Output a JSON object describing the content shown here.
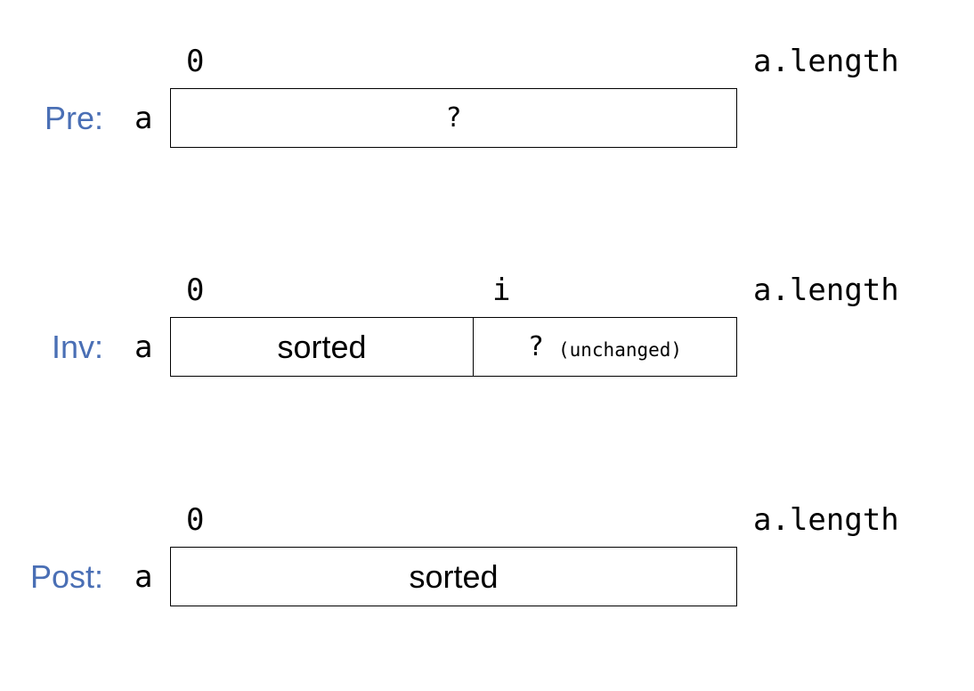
{
  "rows": {
    "pre": {
      "label": "Pre:",
      "array_name": "a",
      "start_index": "0",
      "end_index": "a.length",
      "segment": "?"
    },
    "inv": {
      "label": "Inv:",
      "array_name": "a",
      "start_index": "0",
      "split_index": "i",
      "end_index": "a.length",
      "left_segment": "sorted",
      "right_segment": "?",
      "right_note": "(unchanged)"
    },
    "post": {
      "label": "Post:",
      "array_name": "a",
      "start_index": "0",
      "end_index": "a.length",
      "segment": "sorted"
    }
  },
  "colors": {
    "label": "#4a6fb5",
    "text": "#000000",
    "border": "#000000"
  }
}
